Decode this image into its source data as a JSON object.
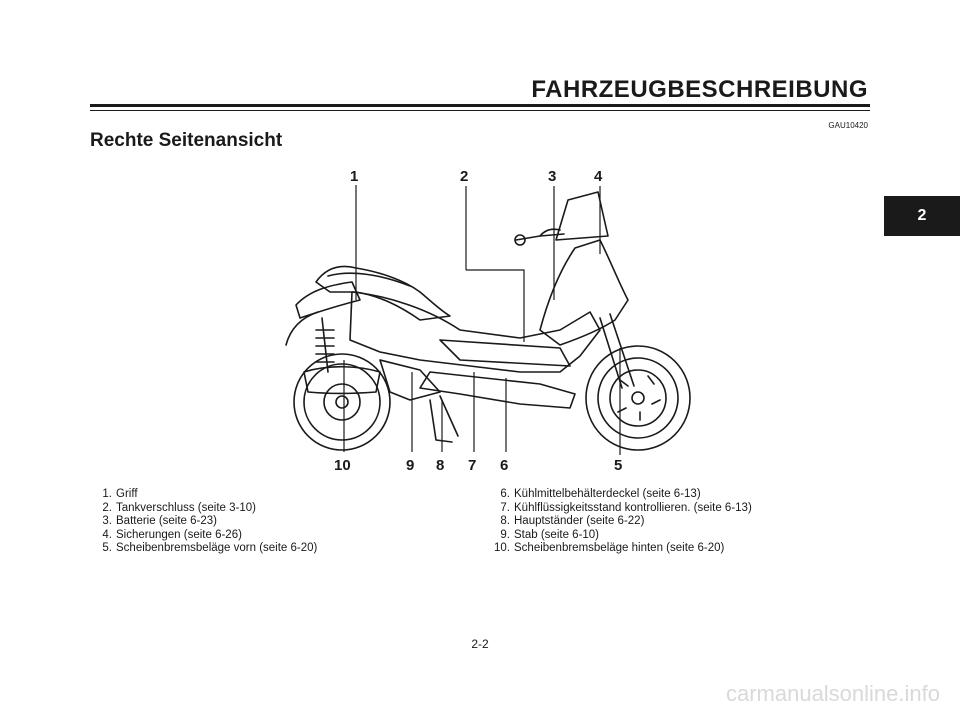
{
  "header": {
    "chapter_title": "FAHRZEUGBESCHREIBUNG",
    "code": "GAU10420"
  },
  "section": {
    "title": "Rechte Seitenansicht"
  },
  "side_tab": {
    "label": "2"
  },
  "figure": {
    "subject": "scooter-right-side",
    "callouts": [
      "1",
      "2",
      "3",
      "4",
      "5",
      "6",
      "7",
      "8",
      "9",
      "10"
    ]
  },
  "legend": {
    "left": [
      {
        "num": "1.",
        "text": "Griff"
      },
      {
        "num": "2.",
        "text": "Tankverschluss (seite 3-10)"
      },
      {
        "num": "3.",
        "text": "Batterie (seite 6-23)"
      },
      {
        "num": "4.",
        "text": "Sicherungen (seite 6-26)"
      },
      {
        "num": "5.",
        "text": "Scheibenbremsbeläge vorn (seite 6-20)"
      }
    ],
    "right": [
      {
        "num": "6.",
        "text": "Kühlmittelbehälterdeckel (seite 6-13)"
      },
      {
        "num": "7.",
        "text": "Kühlflüssigkeitsstand kontrollieren. (seite 6-13)"
      },
      {
        "num": "8.",
        "text": "Hauptständer (seite 6-22)"
      },
      {
        "num": "9.",
        "text": "Stab (seite 6-10)"
      },
      {
        "num": "10.",
        "text": "Scheibenbremsbeläge hinten (seite 6-20)"
      }
    ]
  },
  "footer": {
    "page_number": "2-2",
    "watermark": "carmanualsonline.info"
  }
}
